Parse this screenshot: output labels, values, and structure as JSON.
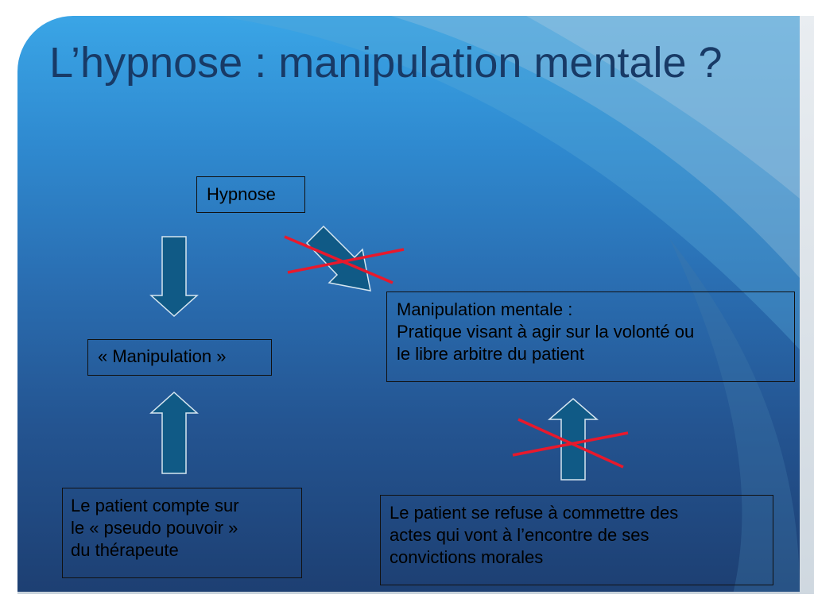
{
  "slide": {
    "title": "L’hypnose : manipulation mentale ?"
  },
  "nodes": {
    "hypnose": "Hypnose",
    "manipulation": "« Manipulation »",
    "definition": {
      "line1": "Manipulation mentale :",
      "line2": "Pratique visant à agir sur la volonté ou",
      "line3": "le libre arbitre du patient"
    },
    "patient_compte": {
      "line1": "Le patient compte sur",
      "line2": "le « pseudo pouvoir »",
      "line3": "du thérapeute"
    },
    "patient_refuse": {
      "line1": "Le patient se refuse à commettre des",
      "line2": "actes qui vont à l’encontre de ses",
      "line3": "convictions morales"
    }
  },
  "colors": {
    "arrow_fill": "#105a86",
    "arrow_stroke": "#d6e6f0",
    "cross": "#e8192c",
    "title": "#183a66"
  }
}
